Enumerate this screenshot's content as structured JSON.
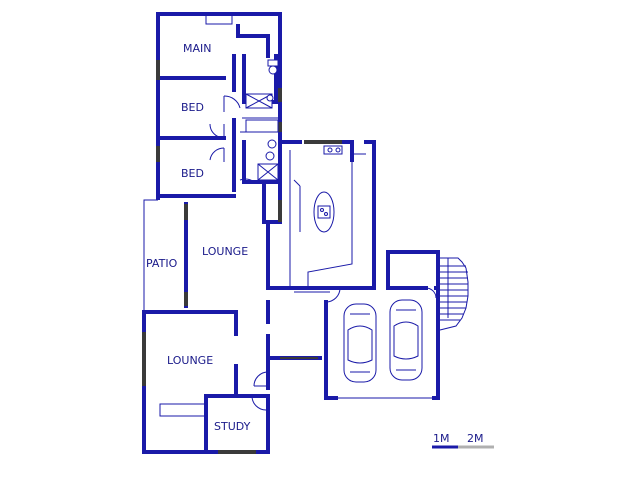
{
  "rooms": {
    "main": "MAIN",
    "bed1": "BED",
    "bed2": "BED",
    "patio": "PATIO",
    "lounge1": "LOUNGE",
    "lounge2": "LOUNGE",
    "study": "STUDY"
  },
  "scale": {
    "left_label": "1M",
    "right_label": "2M"
  },
  "colors": {
    "wall": "#1a1aa8",
    "window": "#3a3a3a",
    "scale_bar": "#1a1aa8",
    "scale_bar_light": "#b0b0b0"
  }
}
